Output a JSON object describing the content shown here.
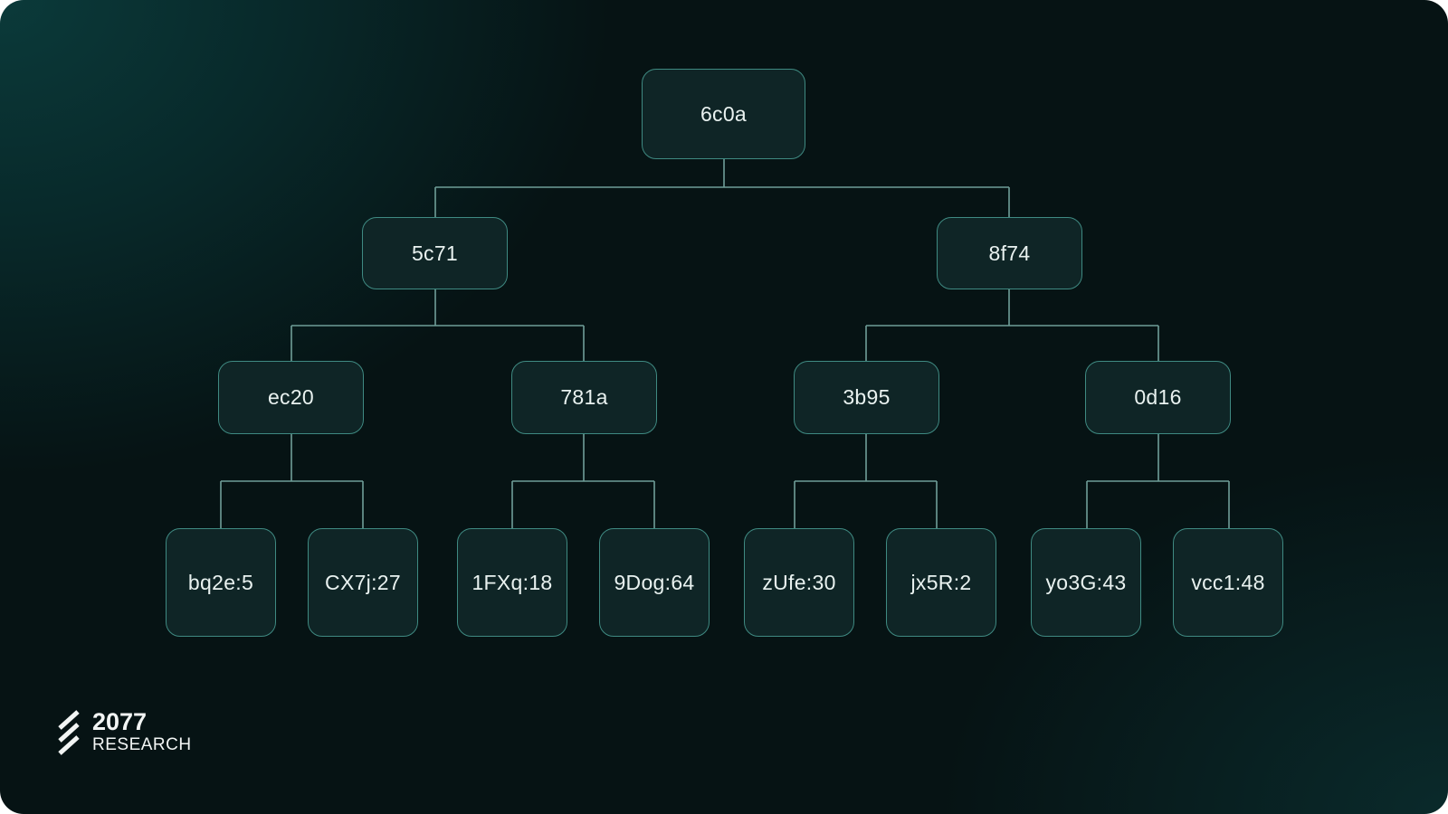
{
  "tree": {
    "root": "6c0a",
    "level1": [
      "5c71",
      "8f74"
    ],
    "level2": [
      "ec20",
      "781a",
      "3b95",
      "0d16"
    ],
    "leaves": [
      "bq2e:5",
      "CX7j:27",
      "1FXq:18",
      "9Dog:64",
      "zUfe:30",
      "jx5R:2",
      "yo3G:43",
      "vcc1:48"
    ]
  },
  "logo": {
    "number": "2077",
    "name": "RESEARCH"
  },
  "colors": {
    "edge": "#6f9e98",
    "border": "#3f8a82",
    "node_fill": "#0f2526"
  }
}
